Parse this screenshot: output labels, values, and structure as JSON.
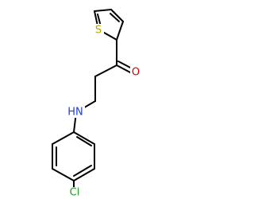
{
  "molecule": {
    "atoms": {
      "sulfur": {
        "symbol": "S",
        "color": "#b8a000"
      },
      "oxygen": {
        "symbol": "O",
        "color": "#d60000"
      },
      "amine": {
        "symbol": "HN",
        "color": "#1a3fd6"
      },
      "chlorine": {
        "symbol": "Cl",
        "color": "#1f9e1f"
      }
    },
    "bond_color": "#000000"
  }
}
